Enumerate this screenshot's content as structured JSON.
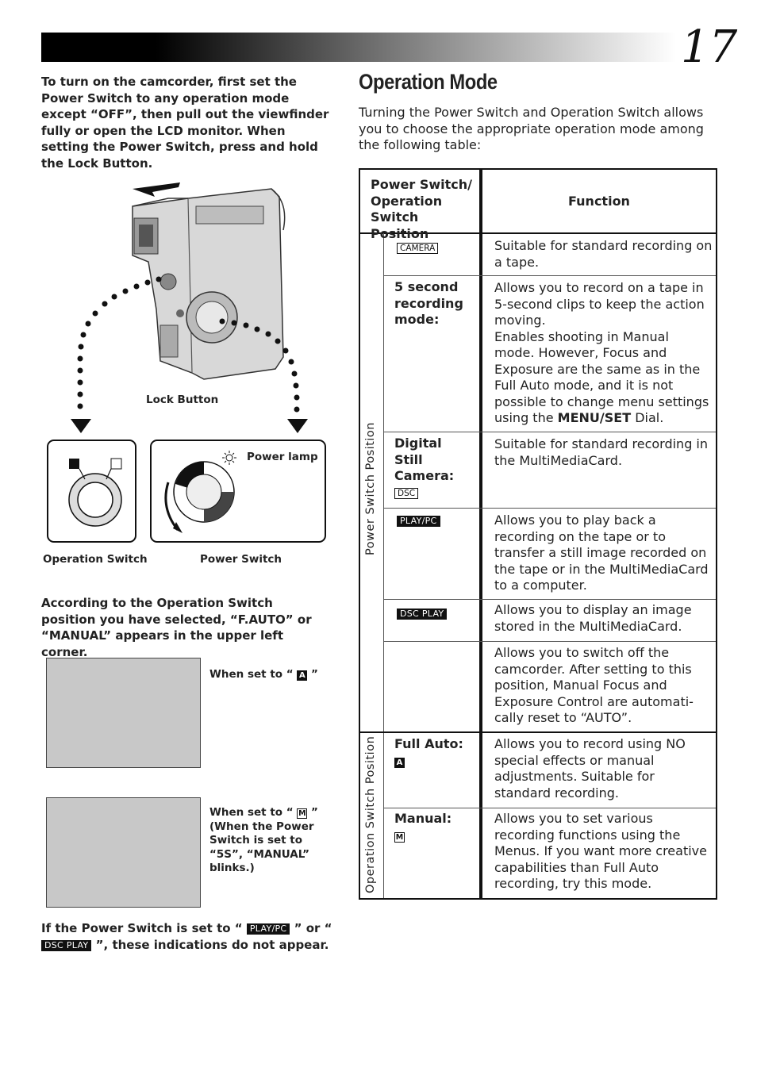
{
  "header": {
    "page_number": "17"
  },
  "intro_left": "To turn on the camcorder, first set the Power Switch to any operation mode except “OFF”, then pull out the viewfinder fully or open the LCD monitor.  When setting the Power Switch, press and hold the Lock Button.",
  "figure": {
    "lock_button_label": "Lock Button",
    "power_lamp_label": "Power lamp",
    "operation_switch_label": "Operation Switch",
    "power_switch_label": "Power Switch"
  },
  "mid_left": "According to the Operation Switch position you have selected, “F.AUTO” or “MANUAL” appears in the upper left corner.",
  "screens": {
    "auto_caption_pre": "When set to “ ",
    "auto_badge": "A",
    "auto_caption_post": " ”",
    "manual_caption_pre": "When set to “ ",
    "manual_badge": "M",
    "manual_caption_post": " ” (When the Power Switch is set to “5S”, “MANUAL” blinks.)"
  },
  "bottom_note": {
    "part1": "If the Power Switch is set to “ ",
    "badge1": "PLAY/PC",
    "part2": " ” or “ ",
    "badge2": "DSC PLAY",
    "part3": " ”, these indications do not appear."
  },
  "section": {
    "title": "Operation Mode",
    "intro": "Turning the Power Switch and Operation Switch allows you to choose the appropriate operation mode among the following table:"
  },
  "table": {
    "header_position": "Power Switch/ Operation Switch Position",
    "header_function": "Function",
    "power_group_label": "Power Switch Position",
    "operation_group_label": "Operation Switch Position",
    "rows": [
      {
        "badge": "CAMERA",
        "position": "",
        "function": "Suitable for standard recording on a tape."
      },
      {
        "position": "5 second recording mode:",
        "function": "Allows you to record on a tape in 5-second clips to keep the action moving.",
        "function_extra_pre": "Enables shooting in Manual mode. However, Focus and Exposure are the same as in the Full Auto mode, and it is not possible to change menu settings using the ",
        "function_extra_bold": "MENU/SET",
        "function_extra_post": " Dial."
      },
      {
        "position": "Digital Still Camera:",
        "badge": "DSC",
        "function": "Suitable for standard recording in the MultiMediaCard."
      },
      {
        "badge": "PLAY/PC",
        "function": "Allows you to play back a recording on the tape or to transfer a still image recorded on the tape or in the MultiMediaCard to a computer."
      },
      {
        "badge": "DSC PLAY",
        "function": "Allows you to display an image stored in the MultiMediaCard."
      },
      {
        "position": "",
        "function": "Allows you to switch off the camcorder. After setting to this position, Manual Focus and Exposure Control are automati-cally reset to “AUTO”."
      },
      {
        "position": "Full Auto:",
        "badge": "A",
        "function": "Allows you to record using NO special effects or manual adjustments. Suitable for standard recording."
      },
      {
        "position": "Manual:",
        "badge": "M",
        "function": "Allows you to set various recording functions using the Menus. If you want more creative capabilities than Full Auto recording, try this mode."
      }
    ]
  }
}
